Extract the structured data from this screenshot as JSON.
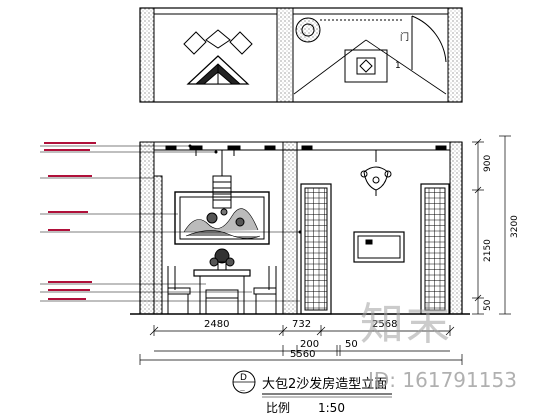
{
  "title": {
    "symbol_letter": "D",
    "name": "大包2沙发房造型立面",
    "scale_label": "比例",
    "scale_value": "1:50"
  },
  "dimensions": {
    "bottom_row1": [
      "2480",
      "732",
      "2568"
    ],
    "bottom_row2": [
      "200",
      "50"
    ],
    "bottom_total": "5560",
    "right": [
      "900",
      "2150",
      "3200",
      "50"
    ]
  },
  "watermark": {
    "logo_text": "知末",
    "id_text": "ID: 161791153"
  },
  "colors": {
    "line": "#000000",
    "hatch_dots": "#555555",
    "leader": "#b0103a",
    "watermark": "#a0a0a0"
  }
}
